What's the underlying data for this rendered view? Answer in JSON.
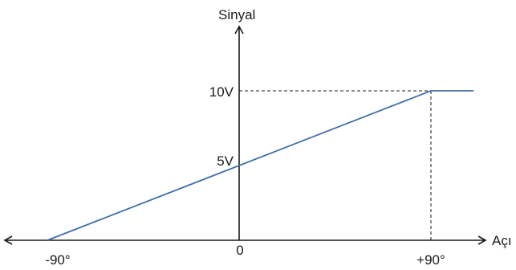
{
  "chart_data": {
    "type": "line",
    "ylabel": "Sinyal",
    "xlabel": "Açı",
    "x_tick_labels": [
      "-90°",
      "0",
      "+90°"
    ],
    "y_tick_labels": [
      "5V",
      "10V"
    ],
    "x_ticks": [
      -90,
      0,
      90
    ],
    "y_ticks": [
      5,
      10
    ],
    "series": [
      {
        "x": [
          -90,
          90,
          110
        ],
        "y": [
          0,
          10,
          10
        ]
      }
    ],
    "reference_lines": [
      {
        "x": [
          90,
          90
        ],
        "y": [
          0,
          10
        ]
      },
      {
        "x": [
          0,
          90
        ],
        "y": [
          10,
          10
        ]
      }
    ],
    "grid": false,
    "colors": {
      "series": "#3f6fa8",
      "axis": "#1a1a1a",
      "reference": "#1a1a1a"
    }
  }
}
